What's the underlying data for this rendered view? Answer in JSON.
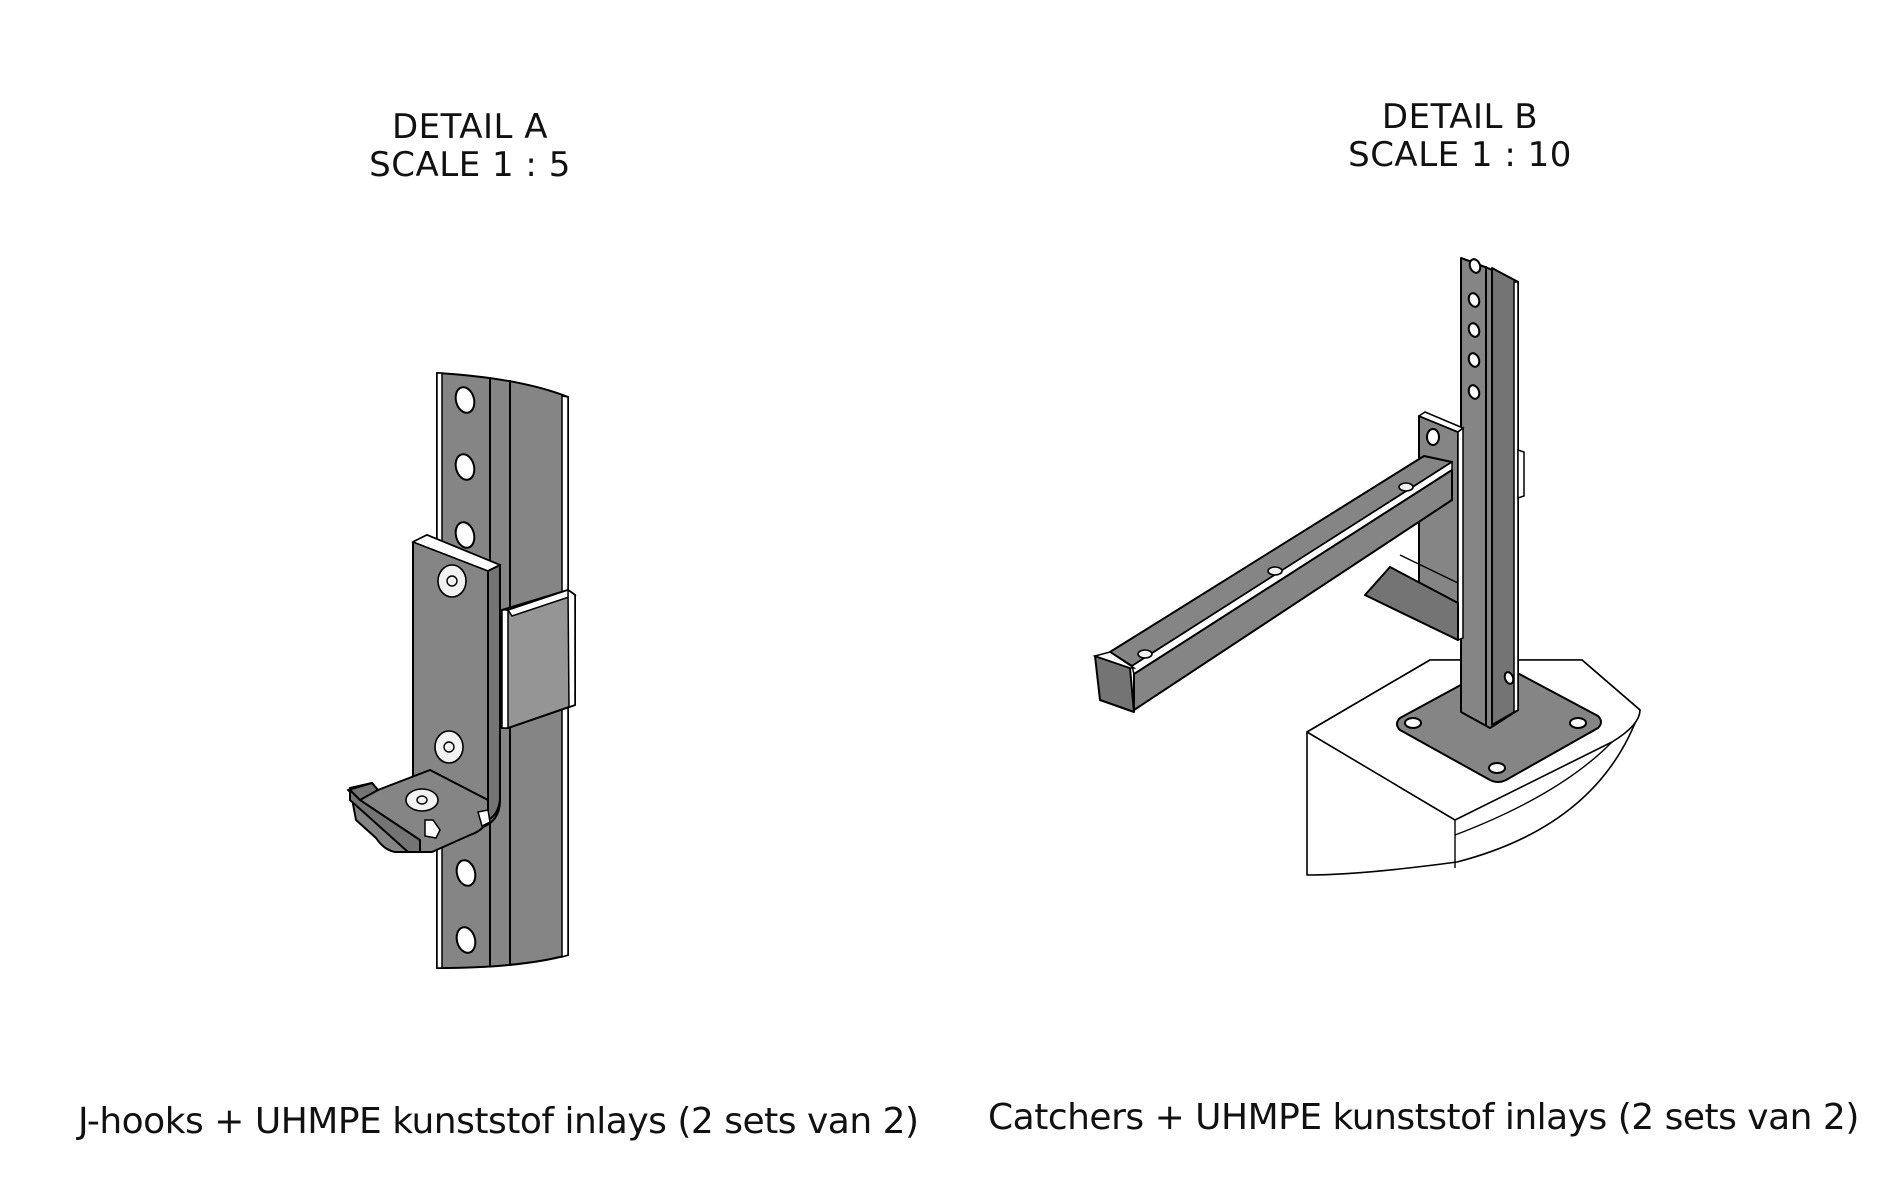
{
  "detail_a": {
    "title": "DETAIL A",
    "scale": "SCALE 1 : 5",
    "caption": "J-hooks + UHMPE kunststof inlays (2 sets van 2)"
  },
  "detail_b": {
    "title": "DETAIL B",
    "scale": "SCALE 1 : 10",
    "caption": "Catchers + UHMPE kunststof inlays (2 sets van 2)"
  },
  "colors": {
    "background": "#ffffff",
    "steel": "#858585",
    "outline": "#000000"
  }
}
